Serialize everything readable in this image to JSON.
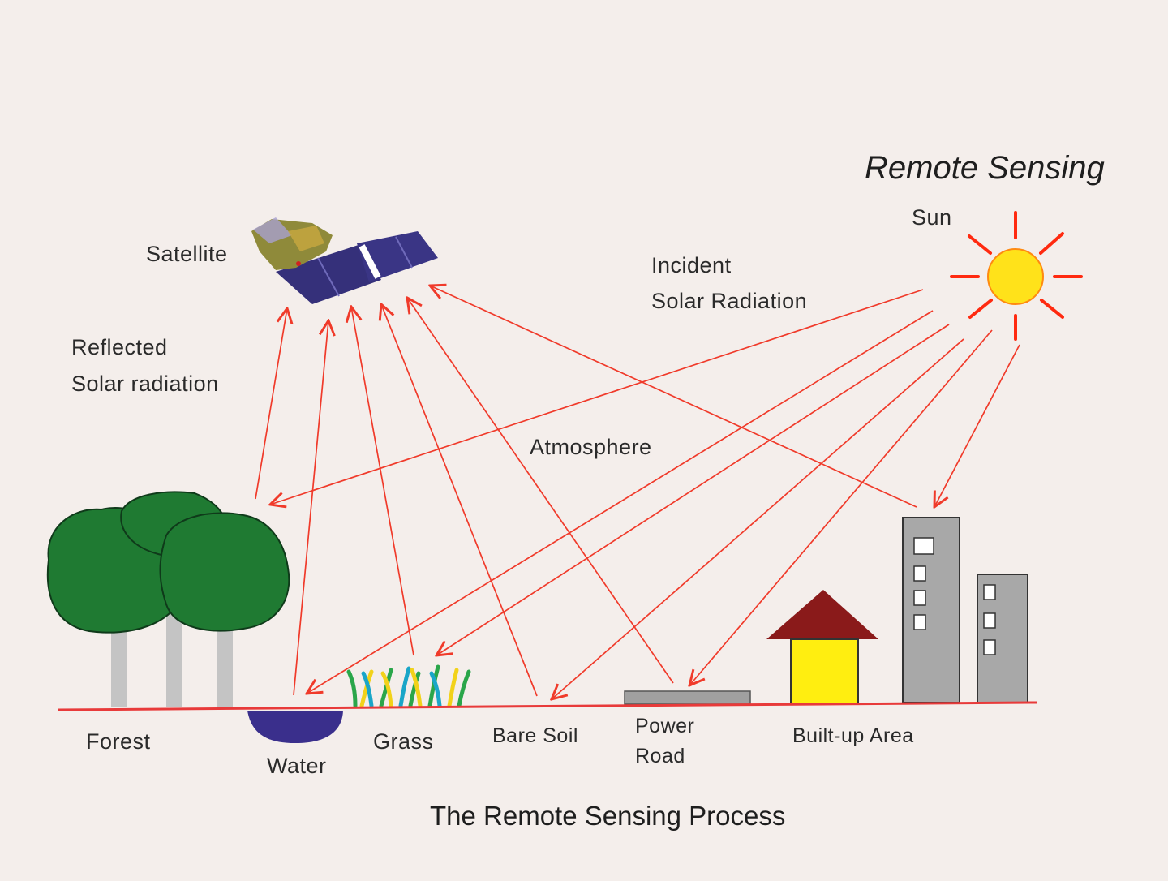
{
  "title": "Remote Sensing",
  "caption": "The Remote Sensing Process",
  "labels": {
    "sun": "Sun",
    "satellite": "Satellite",
    "incident_line1": "Incident",
    "incident_line2": "Solar Radiation",
    "reflected_line1": "Reflected",
    "reflected_line2": "Solar radiation",
    "atmosphere": "Atmosphere",
    "forest": "Forest",
    "water": "Water",
    "grass": "Grass",
    "bare_soil": "Bare Soil",
    "power_road_line1": "Power",
    "power_road_line2": "Road",
    "built_up": "Built-up Area"
  },
  "colors": {
    "arrow": "#f03a2a",
    "ground": "#e83a3a",
    "sun": "#ffe21a",
    "sun_rays": "#ff2a10",
    "tree": "#1f7a32",
    "trunk": "#c2c2c2",
    "water": "#3a2f8c",
    "roof": "#8a1a1a",
    "house_wall": "#ffee10",
    "building": "#a8a8a8"
  }
}
